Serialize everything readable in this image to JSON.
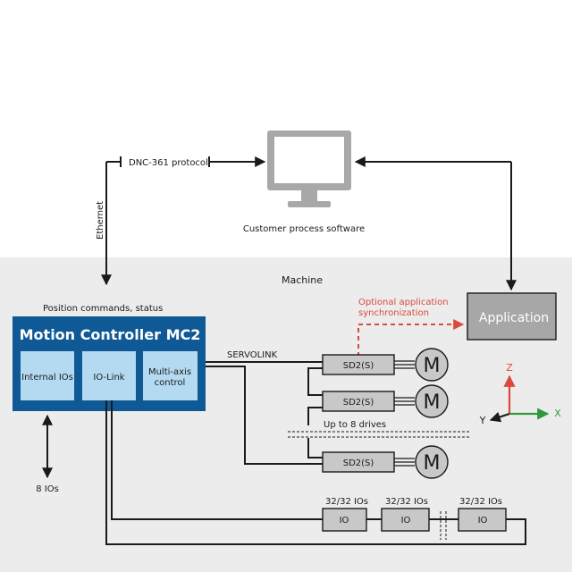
{
  "labels": {
    "protocol": "DNC-361 protocol",
    "ethernet": "Ethernet",
    "customer_software": "Customer process software",
    "machine": "Machine",
    "position_commands": "Position commands, status",
    "optional_sync_line1": "Optional application",
    "optional_sync_line2": "synchronization",
    "application": "Application",
    "controller_title": "Motion Controller MC2",
    "internal_ios": "Internal IOs",
    "io_link": "IO-Link",
    "multi_axis_line1": "Multi-axis",
    "multi_axis_line2": "control",
    "servolink": "SERVOLINK",
    "drive_1": "SD2(S)",
    "drive_2": "SD2(S)",
    "drive_3": "SD2(S)",
    "motor_1": "M",
    "motor_2": "M",
    "motor_3": "M",
    "up_to_drives": "Up to 8 drives",
    "eight_ios": "8 IOs",
    "io_count_1": "32/32 IOs",
    "io_count_2": "32/32 IOs",
    "io_count_3": "32/32 IOs",
    "io_module_1": "IO",
    "io_module_2": "IO",
    "io_module_3": "IO",
    "axis_x": "X",
    "axis_y": "Y",
    "axis_z": "Z"
  },
  "colors": {
    "machine_area": "#ececec",
    "controller_fill": "#0f5a96",
    "controller_inner": "#b4daf1",
    "application_fill": "#a7a7a7",
    "grey_box": "#c8c8c8",
    "optional_red": "#d94a3d",
    "axis_x": "#2f9a3c",
    "axis_z": "#d94a3d",
    "monitor": "#a8a8a8"
  },
  "icons": [
    "monitor-icon",
    "motor-icon",
    "arrow-icon",
    "axis-icon"
  ]
}
